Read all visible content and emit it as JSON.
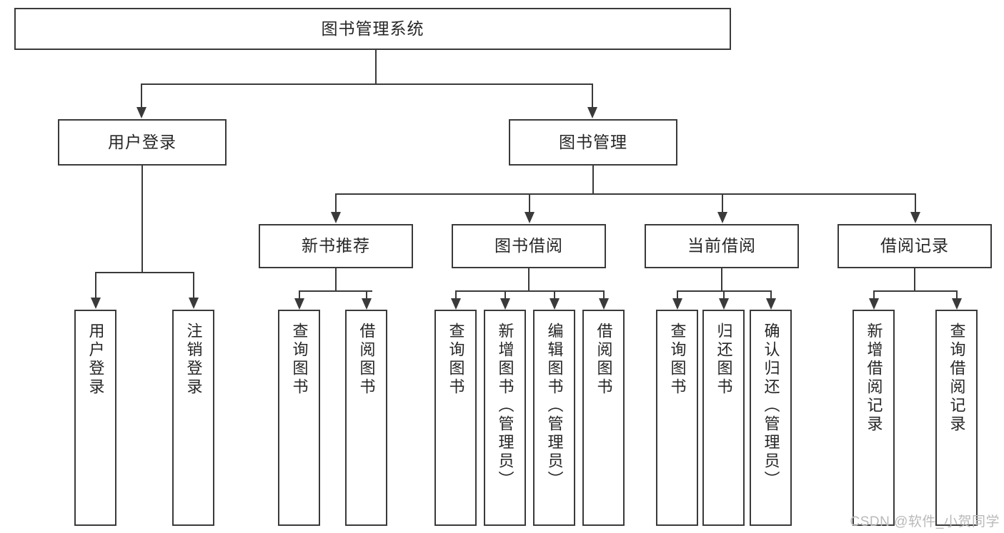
{
  "diagram": {
    "type": "tree-hierarchy",
    "title": "图书管理系统",
    "watermark": "CSDN @软件_小贺同学",
    "colors": {
      "stroke": "#3a3a3a",
      "fill": "#ffffff",
      "text": "#262626",
      "watermark": "#b9b9b9"
    },
    "levels": {
      "root": {
        "label": "图书管理系统"
      },
      "level2": [
        {
          "id": "user-login",
          "label": "用户登录"
        },
        {
          "id": "book-manage",
          "label": "图书管理"
        }
      ],
      "level3": [
        {
          "id": "new-book-recommend",
          "label": "新书推荐"
        },
        {
          "id": "book-borrow",
          "label": "图书借阅"
        },
        {
          "id": "current-borrow",
          "label": "当前借阅"
        },
        {
          "id": "borrow-record",
          "label": "借阅记录"
        }
      ],
      "leaves": {
        "user-login": [
          {
            "id": "leaf-user-login",
            "label": "用户登录"
          },
          {
            "id": "leaf-logout-login",
            "label": "注销登录"
          }
        ],
        "new-book-recommend": [
          {
            "id": "leaf-query-book-1",
            "label": "查询图书"
          },
          {
            "id": "leaf-borrow-book-1",
            "label": "借阅图书"
          }
        ],
        "book-borrow": [
          {
            "id": "leaf-query-book-2",
            "label": "查询图书"
          },
          {
            "id": "leaf-add-book-admin",
            "label": "新增图书（管理员）"
          },
          {
            "id": "leaf-edit-book-admin",
            "label": "编辑图书（管理员）"
          },
          {
            "id": "leaf-borrow-book-2",
            "label": "借阅图书"
          }
        ],
        "current-borrow": [
          {
            "id": "leaf-query-book-3",
            "label": "查询图书"
          },
          {
            "id": "leaf-return-book",
            "label": "归还图书"
          },
          {
            "id": "leaf-confirm-return-admin",
            "label": "确认归还（管理员）"
          }
        ],
        "borrow-record": [
          {
            "id": "leaf-add-borrow-record",
            "label": "新增借阅记录"
          },
          {
            "id": "leaf-query-borrow-record",
            "label": "查询借阅记录"
          }
        ]
      }
    }
  }
}
